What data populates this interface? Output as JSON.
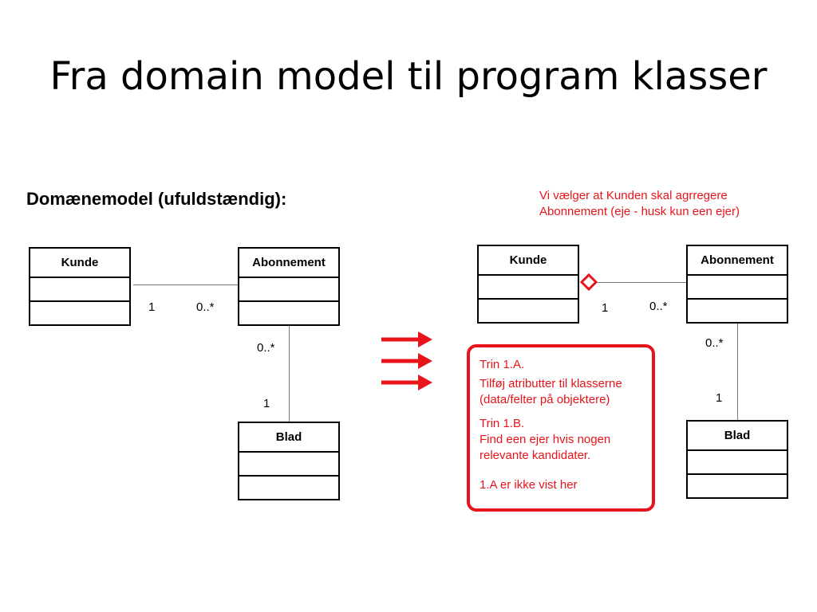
{
  "slide": {
    "title": "Fra domain model til program klasser"
  },
  "left_diagram": {
    "heading": "Domænemodel (ufuldstændig):",
    "classes": {
      "kunde": "Kunde",
      "abonnement": "Abonnement",
      "blad": "Blad"
    },
    "multiplicities": {
      "kunde_end": "1",
      "abonnement_end": "0..*",
      "abonnement_to_blad": "0..*",
      "blad_end": "1"
    }
  },
  "right_diagram": {
    "note_lines": [
      "Vi vælger at Kunden skal agrregere",
      "Abonnement (eje - husk kun een ejer)"
    ],
    "classes": {
      "kunde": "Kunde",
      "abonnement": "Abonnement",
      "blad": "Blad"
    },
    "multiplicities": {
      "kunde_end": "1",
      "abonnement_end": "0..*",
      "abonnement_to_blad": "0..*",
      "blad_end": "1"
    },
    "steps_box": {
      "step_a_title": "Trin 1.A.",
      "step_a_lines": [
        "Tilføj atributter til klasserne",
        "(data/felter på objektere)"
      ],
      "step_b_title": "Trin 1.B.",
      "step_b_lines": [
        "Find een ejer hvis nogen",
        "relevante kandidater."
      ],
      "footnote": "1.A er ikke vist her"
    }
  },
  "colors": {
    "accent_red": "#e8141b",
    "line_gray": "#777777"
  },
  "icons": {
    "transform_arrows": "triple-right-arrow-icon",
    "aggregation": "hollow-diamond-icon"
  }
}
